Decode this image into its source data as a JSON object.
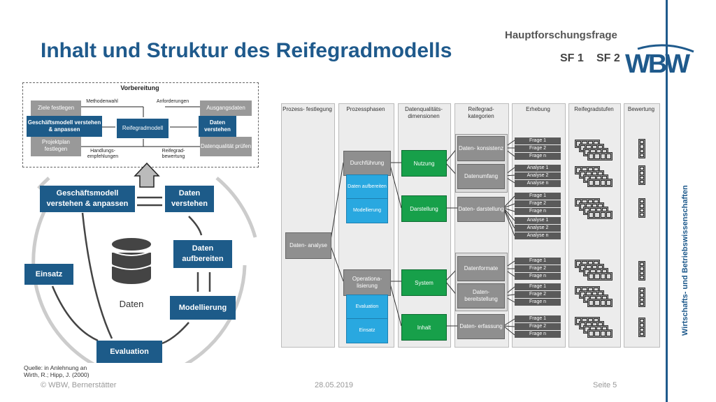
{
  "header": {
    "title": "Inhalt und Struktur des Reifegradmodells",
    "hauptforschungsfrage": "Hauptforschungsfrage",
    "sf1": "SF 1",
    "sf2": "SF 2",
    "logo_text": "WBW",
    "vertical_text": "Wirtschafts- und Betriebswissenschaften"
  },
  "footer": {
    "copyright": "© WBW, Bernerstätter",
    "date": "28.05.2019",
    "page": "Seite 5",
    "quelle": "Quelle: in Anlehnung an Wirth, R.; Hipp, J. (2000)"
  },
  "left": {
    "vorbereitung": "Vorbereitung",
    "ziele": "Ziele festlegen",
    "gm_small": "Geschäftsmodell verstehen & anpassen",
    "projektplan": "Projektplan festlegen",
    "methodenwahl": "Methodenwahl",
    "handlung": "Handlungs- empfehlungen",
    "reifegradmodell": "Reifegradmodell",
    "anforderungen": "Anforderungen",
    "reifegradbewertung": "Reifegrad- bewertung",
    "ausgangsdaten": "Ausgangsdaten",
    "daten_verstehen_small": "Daten verstehen",
    "datenqualitaet": "Datenqualität prüfen",
    "cycle_gm": "Geschäftsmodell verstehen & anpassen",
    "cycle_dv": "Daten verstehen",
    "cycle_da": "Daten aufbereiten",
    "cycle_mod": "Modellierung",
    "cycle_eval": "Evaluation",
    "cycle_einsatz": "Einsatz",
    "cycle_daten": "Daten"
  },
  "right": {
    "columns": [
      "Prozess- festlegung",
      "Prozessphasen",
      "Datenqualitäts- dimensionen",
      "Reifegrad- kategorien",
      "Erhebung",
      "Reifegradstufen",
      "Bewertung"
    ],
    "datenanalyse": "Daten- analyse",
    "durchfuehrung": "Durchführung",
    "daten_aufbereiten": "Daten aufbereiten",
    "modellierung": "Modellierung",
    "operationalisierung": "Operationa- lisierung",
    "evaluation": "Evaluation",
    "einsatz": "Einsatz",
    "dims": [
      "Nutzung",
      "Darstellung",
      "System",
      "Inhalt"
    ],
    "kat_a": "Daten- konsistenz",
    "kat_b": "Datenumfang",
    "kat_c": "Daten- darstellung",
    "kat_d": "Datenformate",
    "kat_e": "Daten- bereitstellung",
    "kat_f": "Daten- erfassung",
    "fragen": [
      "Frage 1",
      "Frage 2",
      "Frage n"
    ],
    "analysen": [
      "Analyse 1",
      "Analyse 2",
      "Analyse n"
    ]
  }
}
